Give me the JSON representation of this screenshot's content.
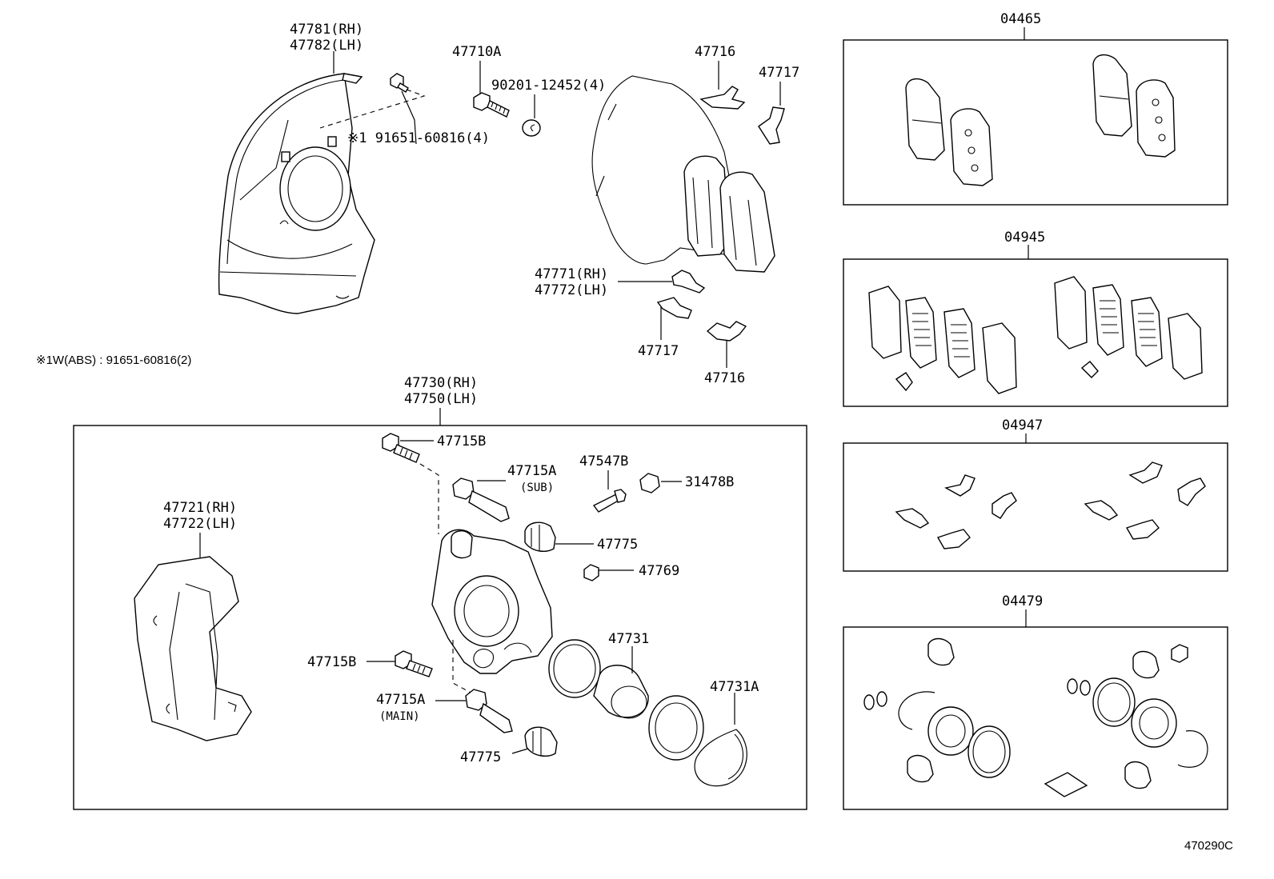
{
  "labels": {
    "p47781": "47781(RH)",
    "p47782": "47782(LH)",
    "p47710a": "47710A",
    "p90201": "90201-12452(4)",
    "p91651": "※1 91651-60816(4)",
    "note": "※1W(ABS) : 91651-60816(2)",
    "p47716_top": "47716",
    "p47717_top": "47717",
    "p47771": "47771(RH)",
    "p47772": "47772(LH)",
    "p47717_bot": "47717",
    "p47716_bot": "47716",
    "p47730": "47730(RH)",
    "p47750": "47750(LH)",
    "p47715b_top": "47715B",
    "p47715a_sub": "47715A",
    "sub": "(SUB)",
    "p47547b": "47547B",
    "p31478b": "31478B",
    "p47721": "47721(RH)",
    "p47722": "47722(LH)",
    "p47775_top": "47775",
    "p47769": "47769",
    "p47731": "47731",
    "p47715b_bot": "47715B",
    "p47715a_main": "47715A",
    "main": "(MAIN)",
    "p47731a": "47731A",
    "p47775_bot": "47775",
    "kit04465": "04465",
    "kit04945": "04945",
    "kit04947": "04947",
    "kit04479": "04479",
    "figure_code": "470290C"
  }
}
